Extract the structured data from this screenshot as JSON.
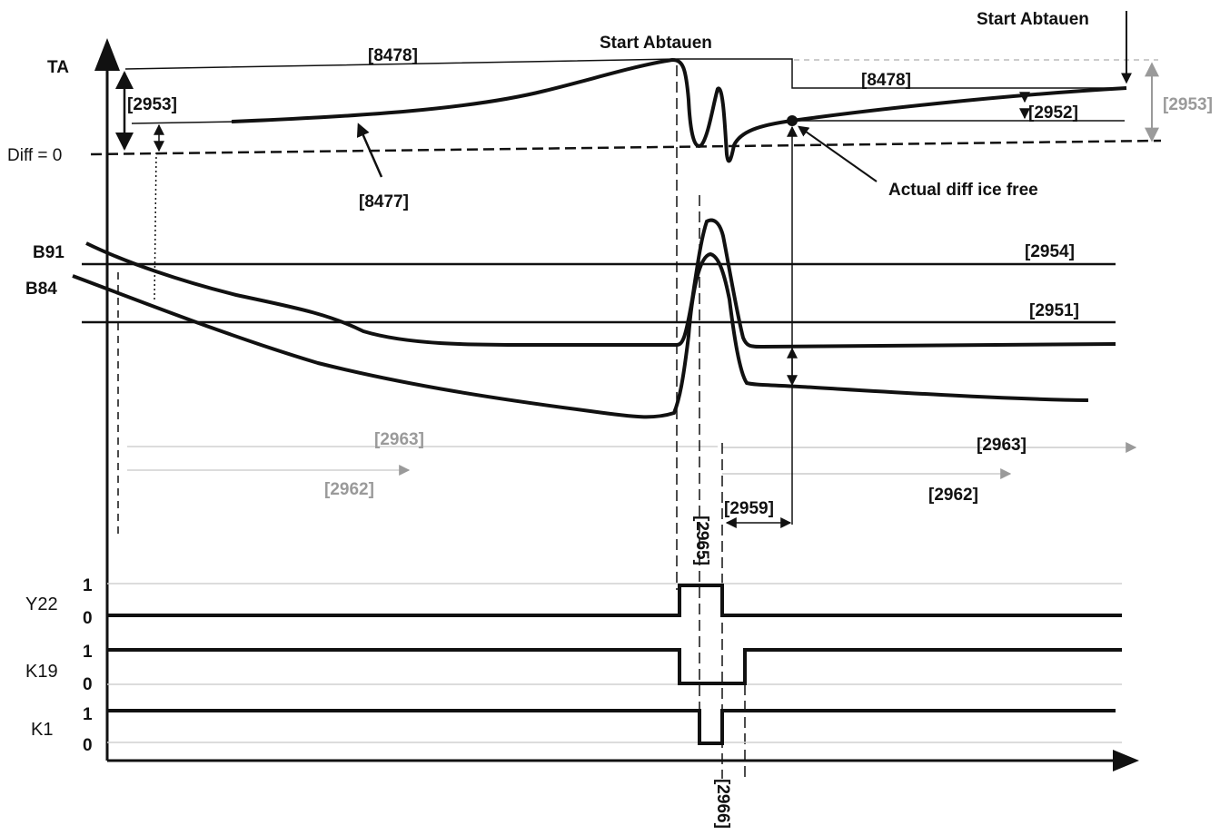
{
  "axis": {
    "ta": "TA",
    "diff_zero": "Diff = 0",
    "b91": "B91",
    "b84": "B84"
  },
  "annotations": {
    "start_defrost_top": "Start Abtauen",
    "start_defrost_mid": "Start Abtauen",
    "actual_diff_ice_free": "Actual diff ice free",
    "p8478_left": "[8478]",
    "p8478_right": "[8478]",
    "p2953_left": "[2953]",
    "p2953_right": "[2953]",
    "p2952": "[2952]",
    "p8477": "[8477]",
    "p2954": "[2954]",
    "p2951": "[2951]",
    "p2963_left": "[2963]",
    "p2963_right": "[2963]",
    "p2962_left": "[2962]",
    "p2962_right": "[2962]",
    "p2959": "[2959]",
    "p2965": "[2965]",
    "p2966": "[2966]"
  },
  "signals": [
    {
      "name": "Y22",
      "one": "1",
      "zero": "0"
    },
    {
      "name": "K19",
      "one": "1",
      "zero": "0"
    },
    {
      "name": "K1",
      "one": "1",
      "zero": "0"
    }
  ],
  "colors": {
    "ink": "#111111",
    "grey": "#9a9a9a",
    "light": "#d0d0d0"
  }
}
